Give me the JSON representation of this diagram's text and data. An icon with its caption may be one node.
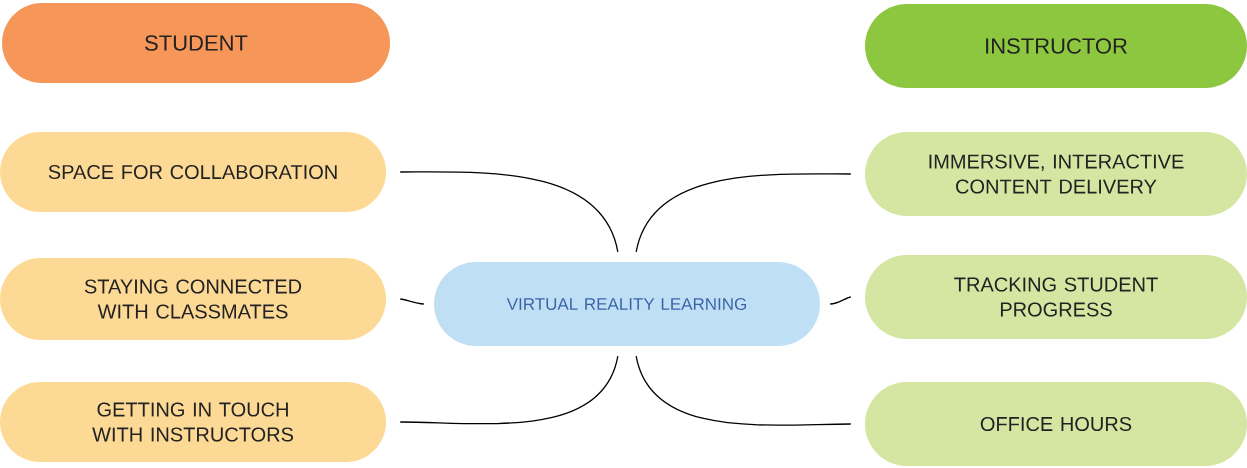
{
  "diagram": {
    "nodes": [
      {
        "text": [
          "STUDENT"
        ]
      },
      {
        "text": [
          "INSTRUCTOR"
        ]
      },
      {
        "text": [
          "SPACE FOR COLLABORATION"
        ]
      },
      {
        "text": [
          "STAYING CONNECTED WITH CLASSMATES"
        ]
      },
      {
        "text": [
          "GETTING IN TOUCH WITH INSTRUCTORS"
        ]
      },
      {
        "text": [
          "VIRTUAL REALITY LEARNING"
        ]
      },
      {
        "text": [
          "IMMERSIVE, INTERACTIVE CONTENT DELIVERY"
        ]
      },
      {
        "text": [
          "TRACKING STUDENT PROGRESS"
        ]
      },
      {
        "text": [
          "OFFICE HOURS"
        ]
      }
    ],
    "edges": [
      {
        "from": 5,
        "to": 2,
        "arrow": "none"
      },
      {
        "from": 5,
        "to": 3,
        "arrow": "none"
      },
      {
        "from": 5,
        "to": 4,
        "arrow": "none"
      },
      {
        "from": 5,
        "to": 6,
        "arrow": "none"
      },
      {
        "from": 5,
        "to": 7,
        "arrow": "none"
      },
      {
        "from": 5,
        "to": 8,
        "arrow": "none"
      }
    ]
  }
}
